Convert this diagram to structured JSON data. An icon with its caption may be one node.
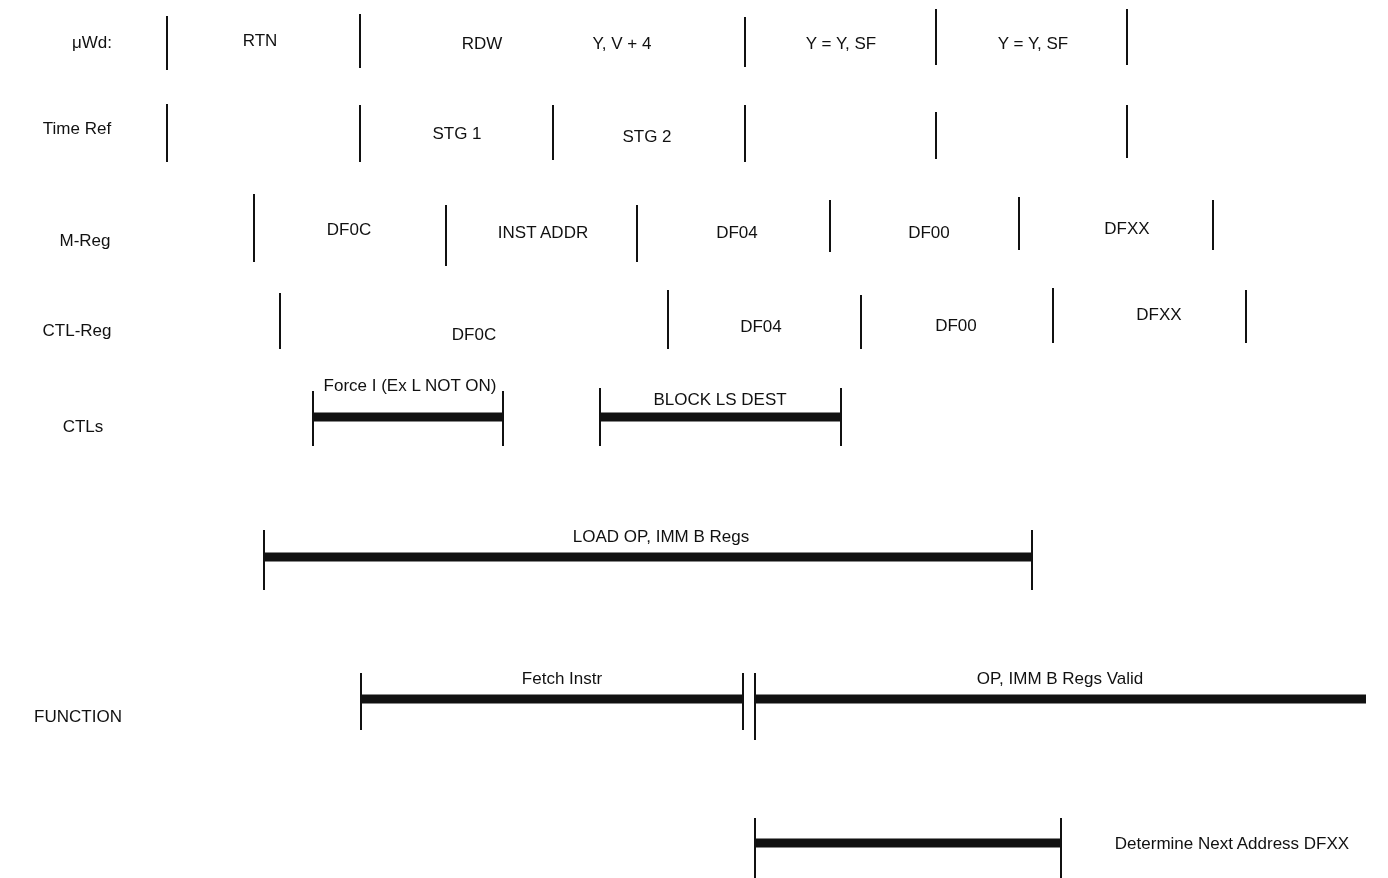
{
  "diagram": {
    "labels": [
      "μWd:",
      "RTN",
      "RDW",
      "Y, V + 4",
      "Y = Y, SF",
      "Y = Y, SF",
      "Time Ref",
      "STG 1",
      "STG 2",
      "M-Reg",
      "DF0C",
      "INST ADDR",
      "DF04",
      "DF00",
      "DFXX",
      "CTL-Reg",
      "DF0C",
      "DF04",
      "DF00",
      "DFXX",
      "Force I (Ex L NOT ON)",
      "BLOCK LS DEST",
      "CTLs",
      "LOAD OP, IMM B Regs",
      "Fetch Instr",
      "OP, IMM B Regs Valid",
      "FUNCTION",
      "Determine Next Address DFXX"
    ]
  }
}
